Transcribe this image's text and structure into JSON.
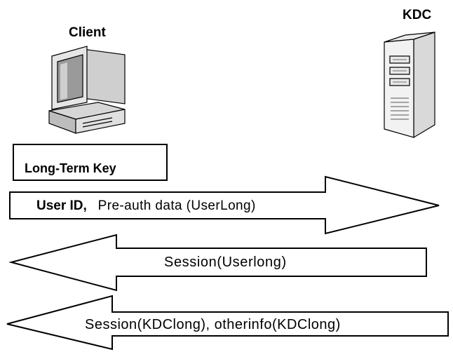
{
  "nodes": {
    "client": {
      "label": "Client"
    },
    "kdc": {
      "label": "KDC"
    }
  },
  "key_box": {
    "label": "Long-Term Key"
  },
  "arrows": [
    {
      "direction": "right",
      "label_bold": "User ID,",
      "label_text": "Pre-auth data (UserLong)"
    },
    {
      "direction": "left",
      "label_text": "Session(Userlong)"
    },
    {
      "direction": "left",
      "label_text": "Session(KDClong), otherinfo(KDClong)"
    }
  ],
  "colors": {
    "stroke": "#000000",
    "fill": "#ffffff",
    "device_gray": "#b8b8b8",
    "device_dark": "#555555"
  },
  "icons": {
    "client": "desktop-computer-icon",
    "kdc": "server-tower-icon"
  }
}
